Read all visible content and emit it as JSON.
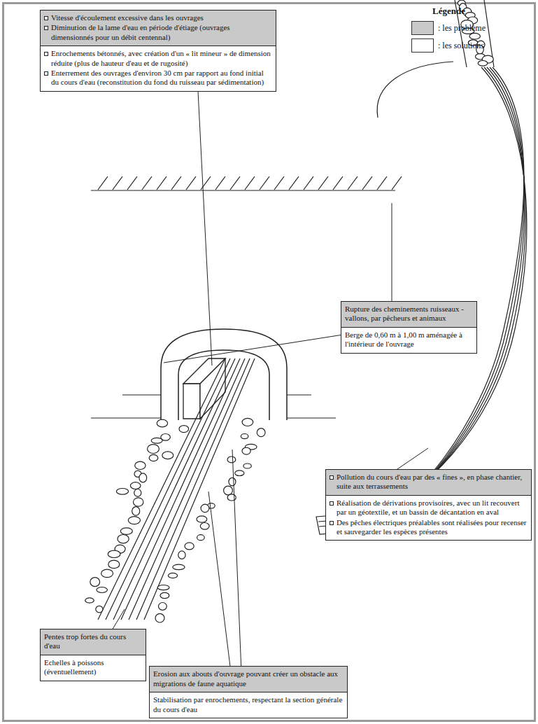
{
  "diagram": {
    "nodes": [
      {
        "text": [
          "Vitesse d'écoulement excessive dans les ouvrages",
          "Diminution de la lame d'eau en période d'étiage (ouvrages dimensionnés pour un débit centennal)",
          "Enrochements bétonnés, avec création d'un « lit mineur » de dimension réduite (plus de hauteur d'eau et de rugosité)",
          "Enterrement des ouvrages d'environ 30 cm par rapport au fond initial du cours d'eau (reconstitution du fond du ruisseau par sédimentation)"
        ]
      },
      {
        "text": [
          "Rupture des cheminements ruisseaux - vallons, par pêcheurs et animaux",
          "Berge de 0,60 m à 1,00 m aménagée à l'intérieur de l'ouvrage"
        ]
      },
      {
        "text": [
          "Pollution du cours d'eau par des « fines », en phase chantier, suite aux terrassements",
          "Réalisation de dérivations provisoires, avec un lit recouvert par un géotextile, et un bassin de décantation en aval",
          "Des pêches électriques préalables sont réalisées pour recenser et sauvegarder les espèces présentes"
        ]
      },
      {
        "text": [
          "Pentes trop fortes du cours d'eau",
          "Echelles à poissons (éventuellement)"
        ]
      },
      {
        "text": [
          "Erosion aux abouts d'ouvrage pouvant créer un obstacle aux migrations de faune aquatique",
          "Stabilisation par enrochements, respectant la section générale du cours d'eau"
        ]
      }
    ],
    "labels": [
      "Légende"
    ],
    "legend": [
      {
        "text": ": les problème",
        "color": "#c9c9c9"
      },
      {
        "text": ": les solutions",
        "color": "#ffffff"
      }
    ]
  }
}
